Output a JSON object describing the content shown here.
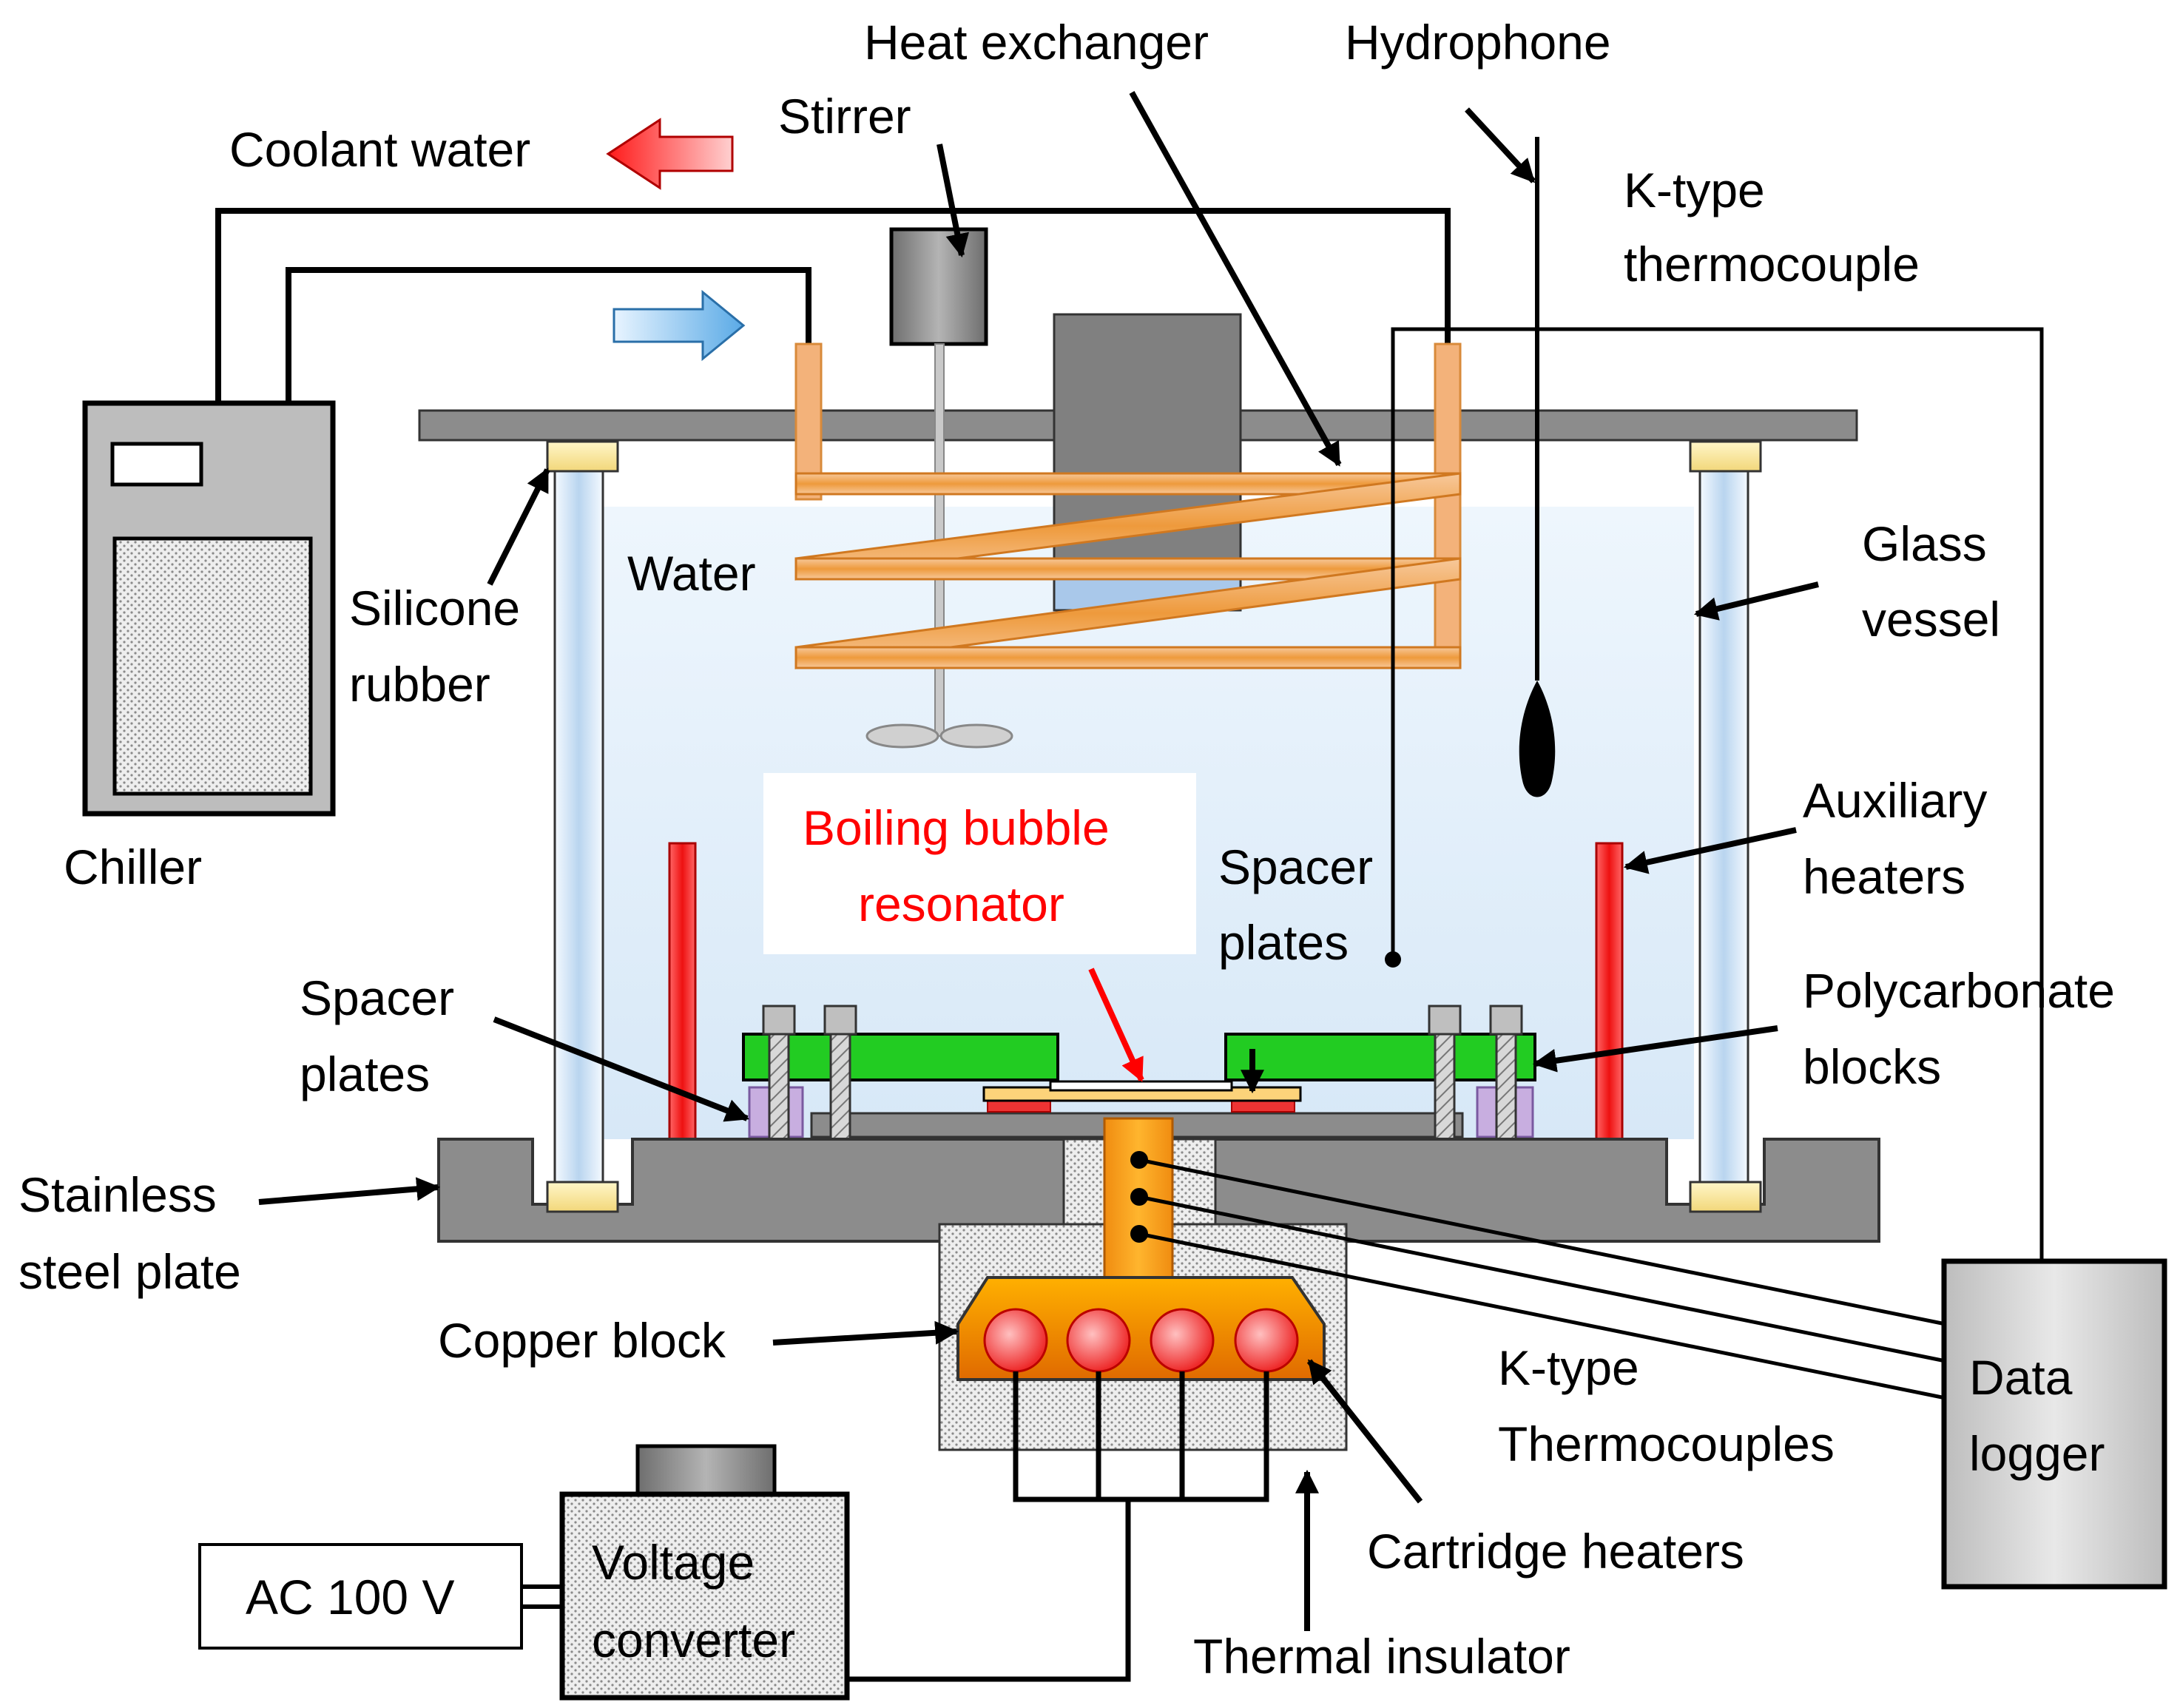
{
  "labels": {
    "coolant_water": "Coolant water",
    "stirrer": "Stirrer",
    "heat_exchanger": "Heat exchanger",
    "hydrophone": "Hydrophone",
    "k_type_thermocouple_1": "K-type",
    "k_type_thermocouple_2": "thermocouple",
    "chiller": "Chiller",
    "silicone_rubber_1": "Silicone",
    "silicone_rubber_2": "rubber",
    "water": "Water",
    "glass_vessel_1": "Glass",
    "glass_vessel_2": "vessel",
    "auxiliary_heaters_1": "Auxiliary",
    "auxiliary_heaters_2": "heaters",
    "resonator_1": "Boiling bubble",
    "resonator_2": "resonator",
    "spacer_plates_right_1": "Spacer",
    "spacer_plates_right_2": "plates",
    "spacer_plates_left_1": "Spacer",
    "spacer_plates_left_2": "plates",
    "polycarbonate_blocks_1": "Polycarbonate",
    "polycarbonate_blocks_2": "blocks",
    "stainless_steel_plate_1": "Stainless",
    "stainless_steel_plate_2": "steel plate",
    "copper_block": "Copper block",
    "k_type_thermocouples_1": "K-type",
    "k_type_thermocouples_2": "Thermocouples",
    "data_logger_1": "Data",
    "data_logger_2": "logger",
    "cartridge_heaters": "Cartridge heaters",
    "ac_100v": "AC 100 V",
    "voltage_converter_1": "Voltage",
    "voltage_converter_2": "converter",
    "thermal_insulator": "Thermal insulator"
  },
  "colors": {
    "coil": "#f0a050",
    "copper": "#f08c10",
    "heater_red": "#ee3333",
    "water": "#dfeefa",
    "steel": "#8c8c8c",
    "polycarbonate": "#22cc22",
    "spacer": "#c8aee0"
  }
}
